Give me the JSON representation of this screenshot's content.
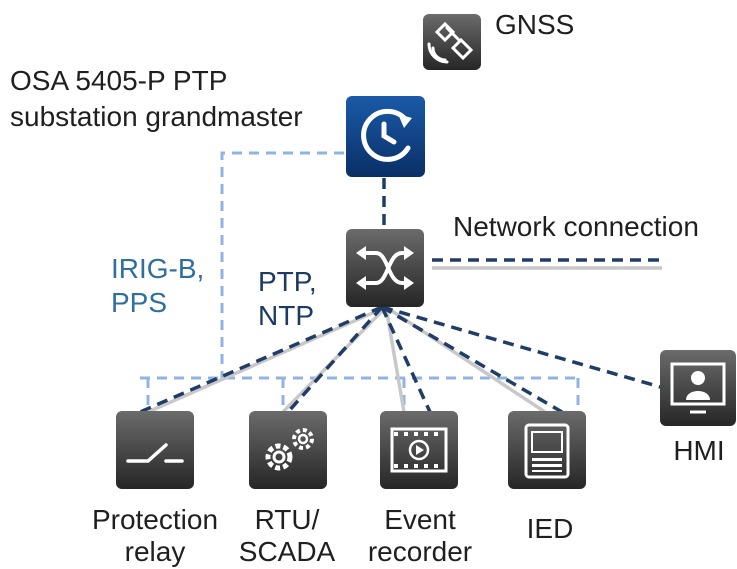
{
  "gnss": {
    "label": "GNSS"
  },
  "grandmaster": {
    "line1": "OSA 5405-P PTP",
    "line2": "substation grandmaster"
  },
  "network": {
    "label": "Network connection"
  },
  "protocols": {
    "irig_line1": "IRIG-B,",
    "irig_line2": "PPS",
    "ptp_line1": "PTP,",
    "ptp_line2": "NTP"
  },
  "devices": {
    "protection_relay": {
      "line1": "Protection",
      "line2": "relay"
    },
    "rtu_scada": {
      "line1": "RTU/",
      "line2": "SCADA"
    },
    "event_recorder": {
      "line1": "Event",
      "line2": "recorder"
    },
    "ied": {
      "label": "IED"
    },
    "hmi": {
      "label": "HMI"
    }
  },
  "colors": {
    "navy_dashed": "#1f3d66",
    "light_blue_dashed": "#8fb4e3",
    "gray_line": "#c8c8c8",
    "grandmaster_blue": "#0b3b7d",
    "device_dark": "#3a3a3a"
  }
}
